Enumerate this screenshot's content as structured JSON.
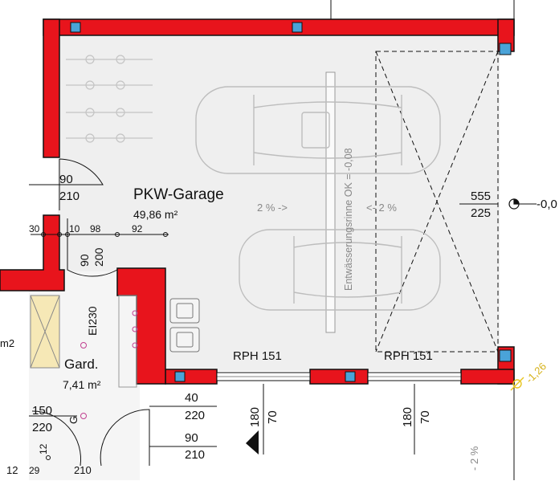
{
  "colors": {
    "wall": "#e8141c",
    "floor": "#efefef",
    "column": "#4aa3d8",
    "car": "#bdbdbd",
    "line": "#111111",
    "accent": "#e8c520"
  },
  "garage": {
    "name": "PKW-Garage",
    "area": "49,86 m²",
    "slope_left": "2 % ->",
    "slope_right": "<- 2 %",
    "drain_label": "Entwässerungsrinne  OK = -0,08",
    "dim_right_top": "555",
    "dim_right_bottom": "225",
    "level": "-0,0",
    "level_outside": "-1,26",
    "slope_outside": "- 2 %"
  },
  "gard": {
    "name": "Gard.",
    "area": "7,41 m²",
    "ei30": "EI230",
    "g": "G"
  },
  "doors": [
    {
      "width": "90",
      "height": "210"
    },
    {
      "width": "90",
      "height": "200"
    },
    {
      "width": "150",
      "height": "220"
    },
    {
      "width": "40",
      "height": "220"
    },
    {
      "width": "90",
      "height": "210"
    }
  ],
  "dimension_chain": [
    "30",
    "10",
    "98",
    "92"
  ],
  "windows": [
    {
      "label": "RPH 151",
      "width": "180",
      "height": "70"
    },
    {
      "label": "RPH 151",
      "width": "180",
      "height": "70"
    }
  ],
  "misc": {
    "d12": "12",
    "d29": "29",
    "d210": "210",
    "d12b": "12",
    "m2": "m2"
  }
}
